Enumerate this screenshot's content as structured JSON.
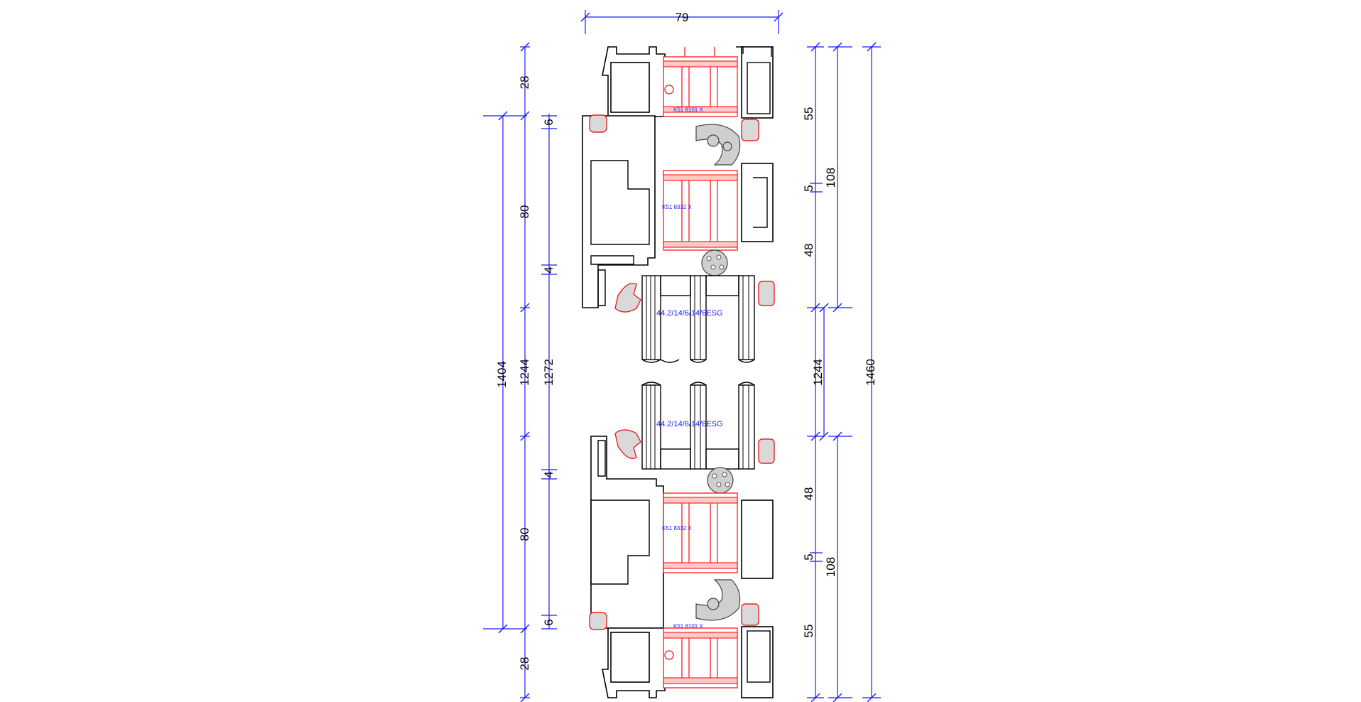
{
  "dimensions": {
    "top_width": "79",
    "left_outer": "1404",
    "left_top_28": "28",
    "left_top_6": "6",
    "left_top_80": "80",
    "left_top_4": "4",
    "left_mid_1244": "1244",
    "left_mid_1272": "1272",
    "left_bot_4": "4",
    "left_bot_80": "80",
    "left_bot_6": "6",
    "left_bot_28": "28",
    "right_top_55": "55",
    "right_top_5": "5",
    "right_top_48": "48",
    "right_top_108": "108",
    "right_mid_1244": "1244",
    "right_outer_1460": "1460",
    "right_bot_48": "48",
    "right_bot_5": "5",
    "right_bot_108": "108",
    "right_bot_55": "55"
  },
  "profile_labels": {
    "top_frame": "K51 8101 X",
    "top_sash": "K51 8332 X",
    "bottom_sash": "K51 8332 X",
    "bottom_frame": "K51 8101 X"
  },
  "glazing": {
    "top": "44.2/14/6/14/6ESG",
    "bottom": "44.2/14/6/14/6ESG"
  }
}
